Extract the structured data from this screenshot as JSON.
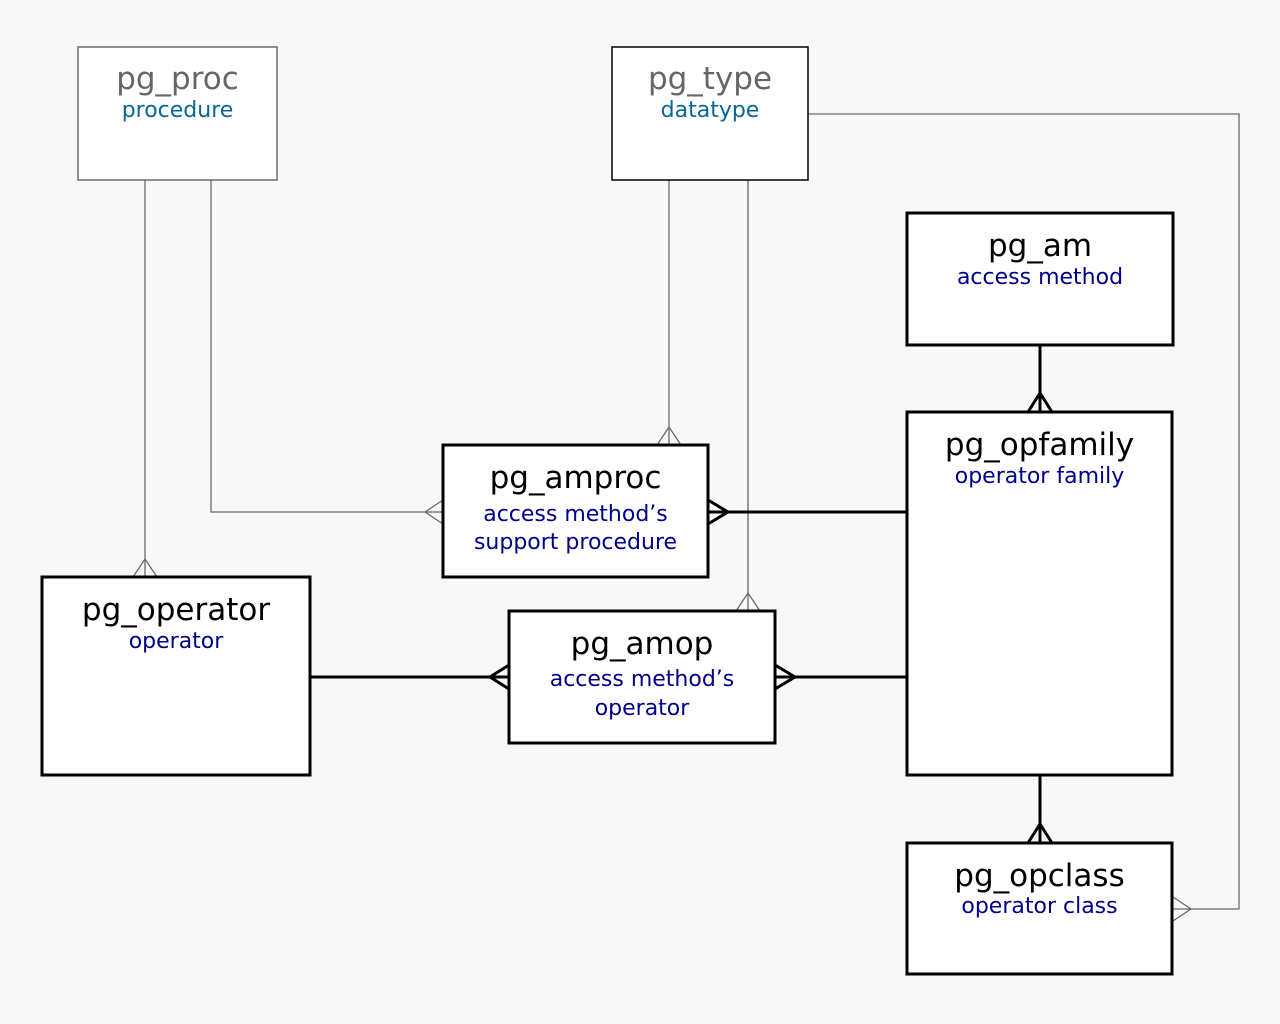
{
  "colors": {
    "background": "#f8f8f8",
    "strong_stroke": "#000000",
    "weak_stroke": "#6a6a6a",
    "strong_title": "#000000",
    "weak_title": "#666666",
    "subtitle_dark": "#00008b",
    "subtitle_teal": "#0a6791"
  },
  "entities": {
    "pg_proc": {
      "title": "pg_proc",
      "subtitle": "procedure"
    },
    "pg_type": {
      "title": "pg_type",
      "subtitle": "datatype"
    },
    "pg_am": {
      "title": "pg_am",
      "subtitle": "access method"
    },
    "pg_opfamily": {
      "title": "pg_opfamily",
      "subtitle": "operator family"
    },
    "pg_amproc": {
      "title": "pg_amproc",
      "subtitle_line1": "access method’s",
      "subtitle_line2": "support procedure"
    },
    "pg_amop": {
      "title": "pg_amop",
      "subtitle_line1": "access method’s",
      "subtitle_line2": "operator"
    },
    "pg_operator": {
      "title": "pg_operator",
      "subtitle": "operator"
    },
    "pg_opclass": {
      "title": "pg_opclass",
      "subtitle": "operator class"
    }
  },
  "relationships": [
    {
      "from": "pg_proc",
      "to": "pg_operator",
      "style": "weak"
    },
    {
      "from": "pg_proc",
      "to": "pg_amproc",
      "style": "weak"
    },
    {
      "from": "pg_type",
      "to": "pg_amproc",
      "style": "weak"
    },
    {
      "from": "pg_type",
      "to": "pg_amop",
      "style": "weak"
    },
    {
      "from": "pg_type",
      "to": "pg_opclass",
      "style": "weak"
    },
    {
      "from": "pg_am",
      "to": "pg_opfamily",
      "style": "strong"
    },
    {
      "from": "pg_opfamily",
      "to": "pg_amproc",
      "style": "strong"
    },
    {
      "from": "pg_opfamily",
      "to": "pg_amop",
      "style": "strong"
    },
    {
      "from": "pg_operator",
      "to": "pg_amop",
      "style": "strong"
    },
    {
      "from": "pg_opfamily",
      "to": "pg_opclass",
      "style": "strong"
    }
  ]
}
